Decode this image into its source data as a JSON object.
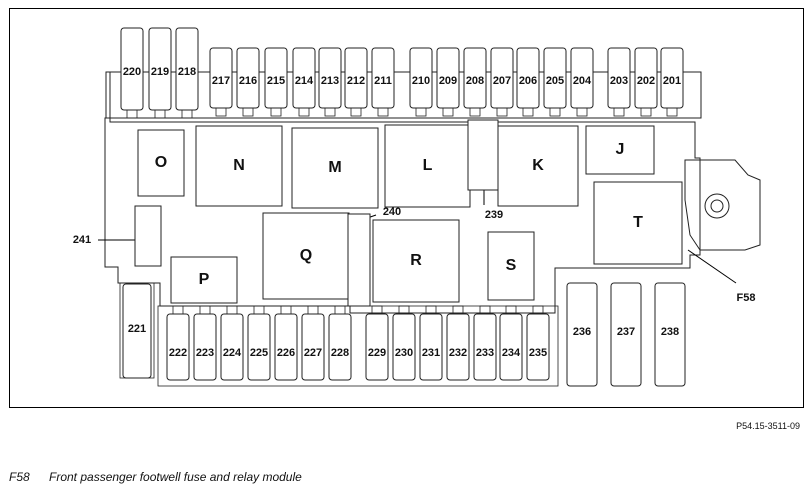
{
  "figure": {
    "reference": "P54.15-3511-09",
    "caption_code": "F58",
    "caption_text": "Front passenger footwell fuse and relay module"
  },
  "relays": [
    {
      "id": "relay-o",
      "label": "O"
    },
    {
      "id": "relay-n",
      "label": "N"
    },
    {
      "id": "relay-m",
      "label": "M"
    },
    {
      "id": "relay-l",
      "label": "L"
    },
    {
      "id": "relay-k",
      "label": "K"
    },
    {
      "id": "relay-j",
      "label": "J"
    },
    {
      "id": "relay-t",
      "label": "T"
    },
    {
      "id": "relay-q",
      "label": "Q"
    },
    {
      "id": "relay-r",
      "label": "R"
    },
    {
      "id": "relay-s",
      "label": "S"
    },
    {
      "id": "relay-p",
      "label": "P"
    }
  ],
  "fuses_top": [
    "220",
    "219",
    "218",
    "217",
    "216",
    "215",
    "214",
    "213",
    "212",
    "211",
    "210",
    "209",
    "208",
    "207",
    "206",
    "205",
    "204",
    "203",
    "202",
    "201"
  ],
  "fuses_bottom": [
    "222",
    "223",
    "224",
    "225",
    "226",
    "227",
    "228",
    "229",
    "230",
    "231",
    "232",
    "233",
    "234",
    "235"
  ],
  "fuses_large": [
    "221",
    "236",
    "237",
    "238"
  ],
  "callouts": {
    "f58": "F58",
    "c239": "239",
    "c240": "240",
    "c241": "241"
  }
}
